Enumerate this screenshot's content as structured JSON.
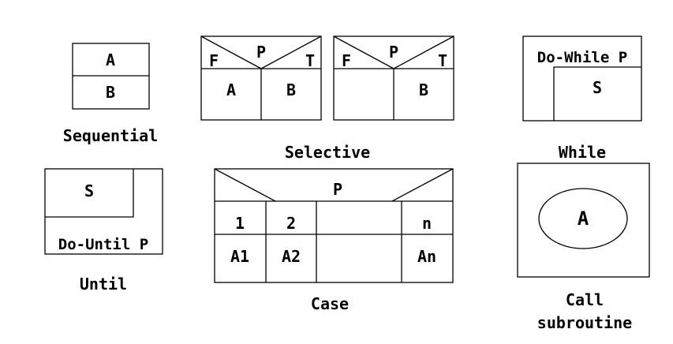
{
  "sequential": {
    "a": "A",
    "b": "B",
    "caption": "Sequential"
  },
  "selective": {
    "caption": "Selective",
    "if_else": {
      "f": "F",
      "p": "P",
      "t": "T",
      "a": "A",
      "b": "B"
    },
    "if_then": {
      "f": "F",
      "p": "P",
      "t": "T",
      "b": "B"
    }
  },
  "while": {
    "header": "Do-While P",
    "s": "S",
    "caption": "While"
  },
  "until": {
    "s": "S",
    "footer": "Do-Until P",
    "caption": "Until"
  },
  "case": {
    "caption": "Case",
    "p": "P",
    "cases": [
      "1",
      "2",
      "",
      "n"
    ],
    "actions": [
      "A1",
      "A2",
      "",
      "An"
    ]
  },
  "call": {
    "a": "A",
    "caption_line1": "Call",
    "caption_line2": "subroutine"
  }
}
